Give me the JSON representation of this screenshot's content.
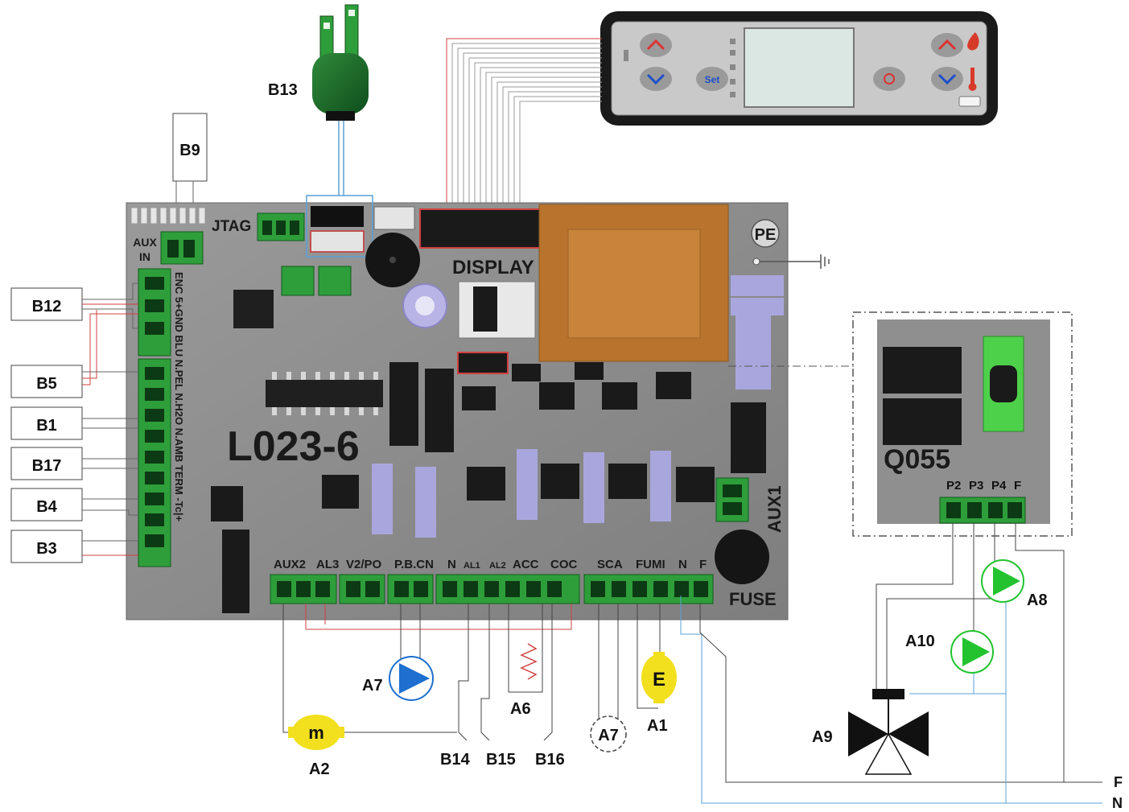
{
  "board": {
    "name": "L023-6",
    "jtag": "JTAG",
    "aux_in": [
      "AUX",
      "IN"
    ],
    "display": "DISPLAY",
    "pe": "PE",
    "fuse": "FUSE",
    "aux1": "AUX1",
    "left_terminals": "ENC 5+GND BLU N.PEL N.H2O N.AMB TERM -Tc|+",
    "bottom_terminals": [
      "AUX2",
      "AL3",
      "V2/PO",
      "P.B.CN",
      "N",
      "AL1",
      "AL2",
      "ACC",
      "COC",
      "SCA",
      "FUMI",
      "N",
      "F"
    ],
    "colors": {
      "pcb": "#8c8c8c",
      "terminal": "#2e9e3a",
      "transformer": "#b8742c",
      "wire_red": "#d04040",
      "wire_blue": "#5aa0d8",
      "pump": "#1e6fd0",
      "motor": "#f2e01e",
      "pump_green": "#22c32e"
    }
  },
  "left_boxes": [
    "B12",
    "B5",
    "B1",
    "B17",
    "B4",
    "B3"
  ],
  "top": {
    "b9": "B9",
    "b13": "B13"
  },
  "display_panel": {
    "set_label": "Set"
  },
  "q055": {
    "name": "Q055",
    "terminals": [
      "P2",
      "P3",
      "P4",
      "F"
    ]
  },
  "components": {
    "a7_pump": "A7",
    "a6_heater": "A6",
    "a7_probe": "A7",
    "a1_motor": "A1",
    "a1_symbol": "E",
    "a2_motor": "A2",
    "a2_symbol": "m",
    "b14": "B14",
    "b15": "B15",
    "b16": "B16",
    "a8": "A8",
    "a10": "A10",
    "a9": "A9"
  },
  "supply": {
    "f": "F",
    "n": "N"
  }
}
